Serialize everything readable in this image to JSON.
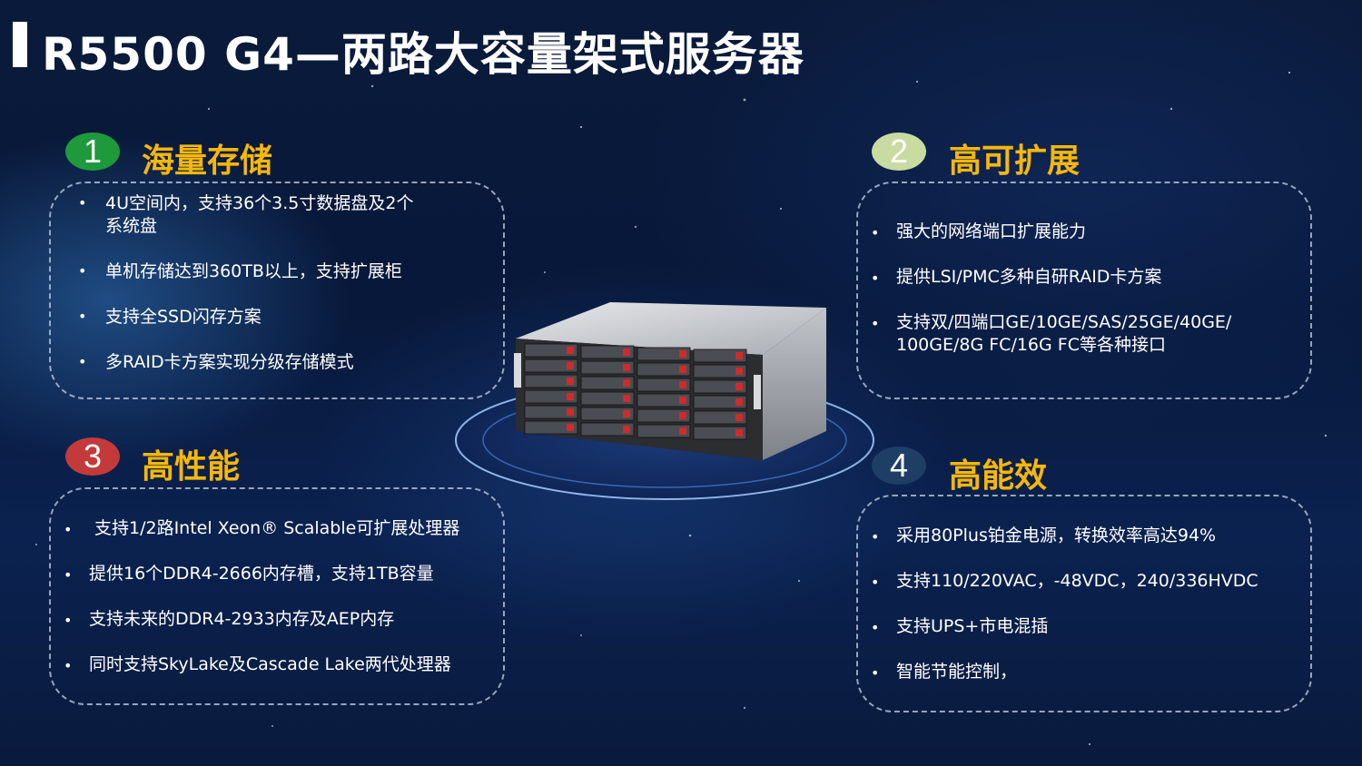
{
  "title": "R5500 G4—两路大容量架式服务器",
  "sections": [
    {
      "number": "1",
      "title": "海量存储",
      "items": [
        [
          "4U空间内，支持36个3.5寸数据盘及2个",
          "系统盘"
        ],
        [
          "单机存储达到360TB以上，支持扩展柜"
        ],
        [
          "支持全SSD闪存方案"
        ],
        [
          "多RAID卡方案实现分级存储模式"
        ]
      ]
    },
    {
      "number": "2",
      "title": "高可扩展",
      "items": [
        [
          "强大的网络端口扩展能力"
        ],
        [
          "提供LSI/PMC多种自研RAID卡方案"
        ],
        [
          "支持双/四端口GE/10GE/SAS/25GE/40GE/",
          "100GE/8G FC/16G FC等各种接口"
        ]
      ]
    },
    {
      "number": "3",
      "title": "高性能",
      "items": [
        [
          "支持1/2路Intel Xeon® Scalable可扩展处理器"
        ],
        [
          "提供16个DDR4-2666内存槽，支持1TB容量"
        ],
        [
          "支持未来的DDR4-2933内存及AEP内存"
        ],
        [
          "同时支持SkyLake及Cascade Lake两代处理器"
        ]
      ]
    },
    {
      "number": "4",
      "title": "高能效",
      "items": [
        [
          "采用80Plus铂金电源，转换效率高达94%"
        ],
        [
          "支持110/220VAC，-48VDC，240/336HVDC"
        ],
        [
          "支持UPS+市电混插"
        ],
        [
          "智能节能控制，"
        ]
      ]
    }
  ],
  "bullet_char": "•",
  "colors": {
    "section1_badge": "#1e9a3c",
    "section2_badge": "#c8dba0",
    "section3_badge": "#c23a3a",
    "section4_badge": "#1f3e66",
    "section_title": "#f5b70a"
  }
}
